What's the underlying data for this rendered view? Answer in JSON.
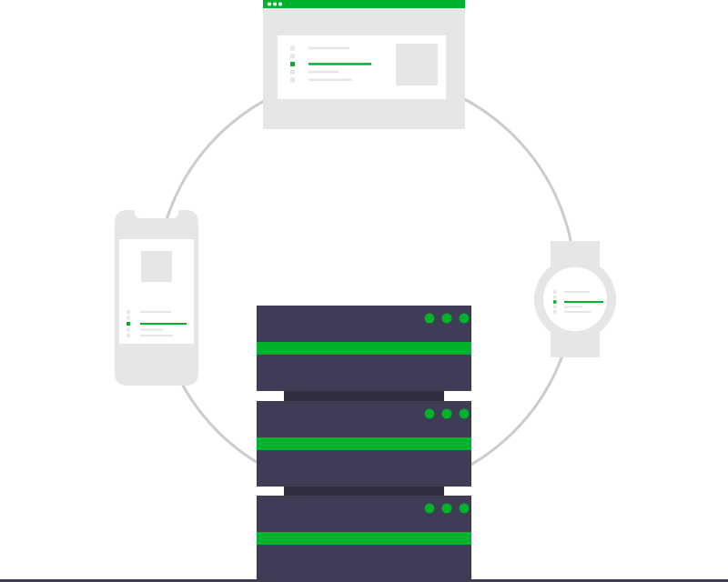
{
  "colors": {
    "background": "#ffffff",
    "accent": "#00b12e",
    "device_gray": "#e6e6e6",
    "screen_white": "#ffffff",
    "circle_stroke": "#cccccc",
    "server_dark": "#3f3d56",
    "server_gap": "#2f2e41",
    "ground_line": "#3f3d56"
  },
  "illustration": {
    "devices": [
      {
        "kind": "browser-window",
        "icon": "browser-window-icon",
        "list_rows": 5,
        "highlighted_row": 2
      },
      {
        "kind": "smartphone",
        "icon": "smartphone-icon",
        "list_rows": 5,
        "highlighted_row": 2
      },
      {
        "kind": "smartwatch",
        "icon": "smartwatch-icon",
        "list_rows": 5,
        "highlighted_row": 2
      }
    ],
    "server_rack": {
      "icon": "server-rack-icon",
      "units": 3,
      "status_lights_per_unit": 3
    },
    "connection": "circle-ring"
  }
}
